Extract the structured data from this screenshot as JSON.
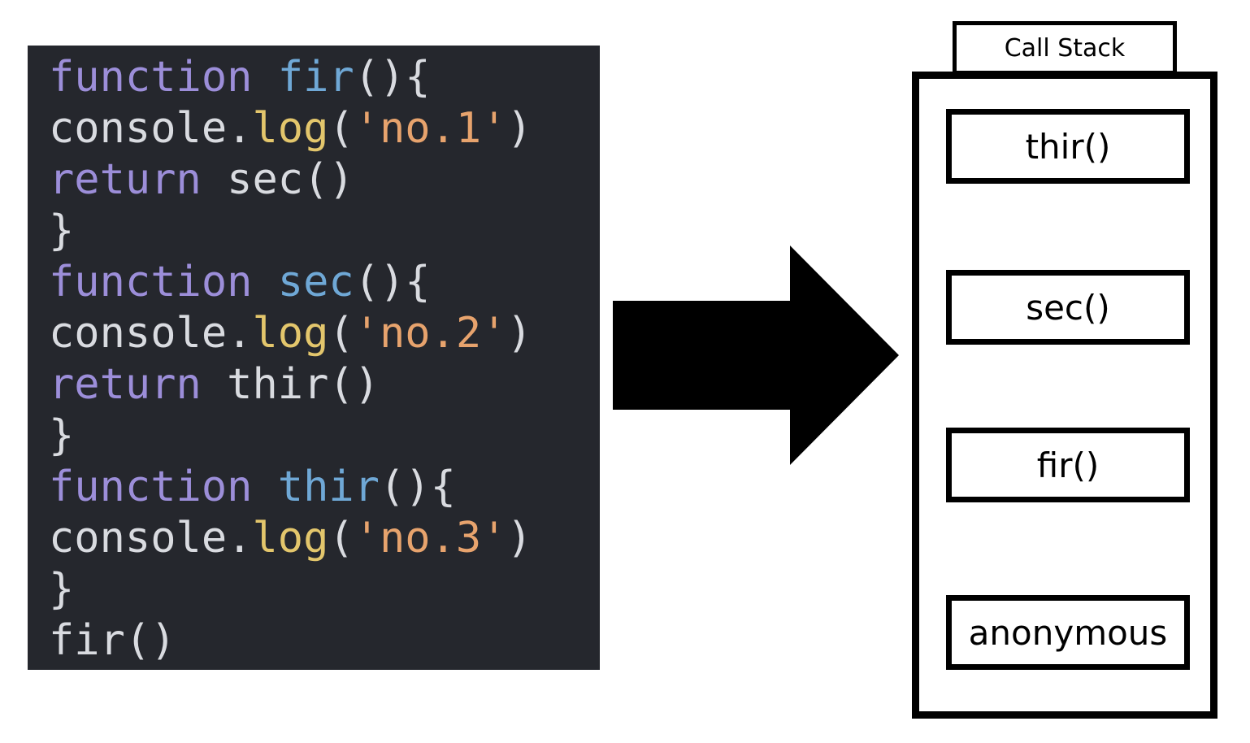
{
  "code": {
    "lines": [
      [
        {
          "t": "function ",
          "c": "kw"
        },
        {
          "t": "fir",
          "c": "fn"
        },
        {
          "t": "(){",
          "c": "plain"
        }
      ],
      [
        {
          "t": "console.",
          "c": "plain"
        },
        {
          "t": "log",
          "c": "method"
        },
        {
          "t": "(",
          "c": "plain"
        },
        {
          "t": "'no.1'",
          "c": "str"
        },
        {
          "t": ")",
          "c": "plain"
        }
      ],
      [
        {
          "t": "return ",
          "c": "kw"
        },
        {
          "t": "sec()",
          "c": "plain"
        }
      ],
      [
        {
          "t": "}",
          "c": "plain"
        }
      ],
      [
        {
          "t": "function ",
          "c": "kw"
        },
        {
          "t": "sec",
          "c": "fn"
        },
        {
          "t": "(){",
          "c": "plain"
        }
      ],
      [
        {
          "t": "console.",
          "c": "plain"
        },
        {
          "t": "log",
          "c": "method"
        },
        {
          "t": "(",
          "c": "plain"
        },
        {
          "t": "'no.2'",
          "c": "str"
        },
        {
          "t": ")",
          "c": "plain"
        }
      ],
      [
        {
          "t": "return ",
          "c": "kw"
        },
        {
          "t": "thir()",
          "c": "plain"
        }
      ],
      [
        {
          "t": "}",
          "c": "plain"
        }
      ],
      [
        {
          "t": "function ",
          "c": "kw"
        },
        {
          "t": "thir",
          "c": "fn"
        },
        {
          "t": "(){",
          "c": "plain"
        }
      ],
      [
        {
          "t": "console.",
          "c": "plain"
        },
        {
          "t": "log",
          "c": "method"
        },
        {
          "t": "(",
          "c": "plain"
        },
        {
          "t": "'no.3'",
          "c": "str"
        },
        {
          "t": ")",
          "c": "plain"
        }
      ],
      [
        {
          "t": "}",
          "c": "plain"
        }
      ],
      [
        {
          "t": "fir()",
          "c": "plain"
        }
      ]
    ]
  },
  "arrow": {
    "direction": "right",
    "icon": "right-arrow-icon",
    "color": "#000000"
  },
  "call_stack": {
    "title": "Call Stack",
    "frames": [
      "thir()",
      "sec()",
      "fir()",
      "anonymous"
    ]
  },
  "colors": {
    "code_background": "#25272d",
    "keyword": "#9c8ed9",
    "function_name": "#6fa8d6",
    "method": "#e3c66c",
    "string": "#e7a36d",
    "plain": "#d9dbe0"
  }
}
